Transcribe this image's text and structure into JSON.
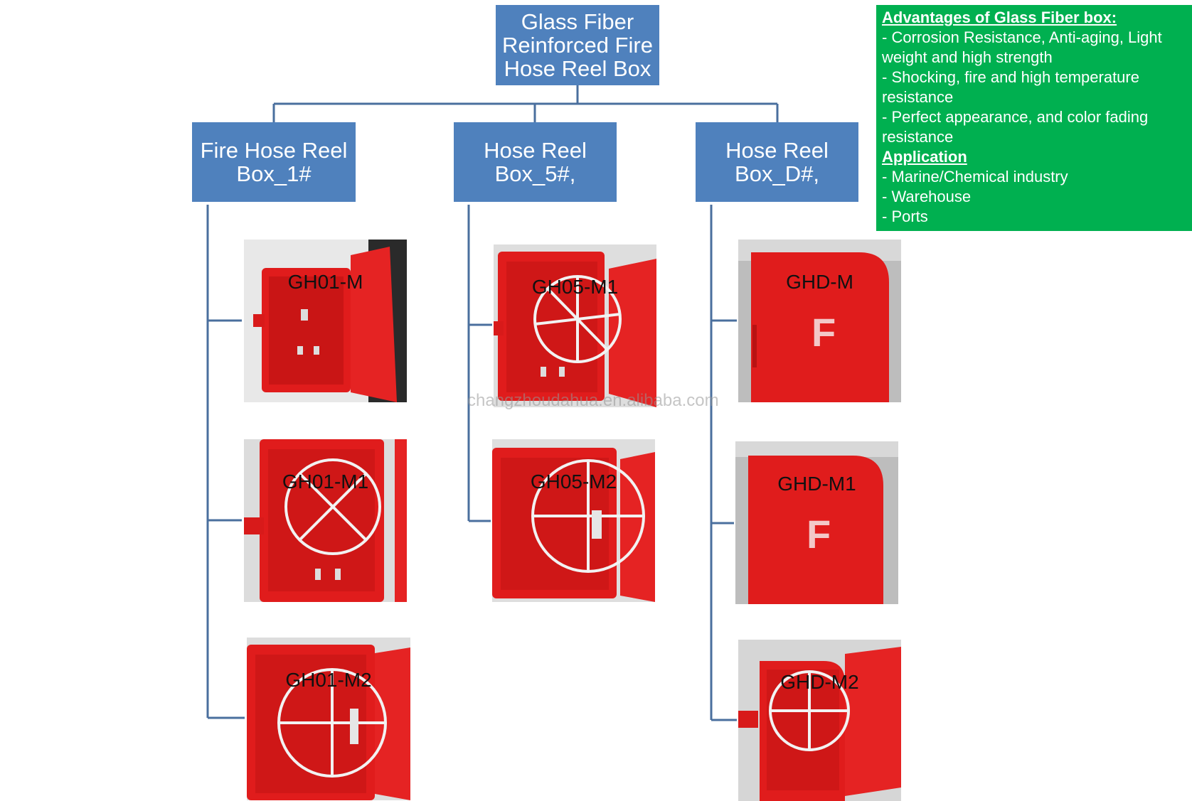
{
  "root": {
    "title": "Glass Fiber\nReinforced Fire\nHose Reel Box"
  },
  "categories": [
    {
      "label": "Fire Hose Reel\nBox_1#"
    },
    {
      "label": "Hose Reel\nBox_5#,"
    },
    {
      "label": "Hose Reel\nBox_D#,"
    }
  ],
  "models": {
    "gh01_m": "GH01-M",
    "gh01_m1": "GH01-M1",
    "gh01_m2": "GH01-M2",
    "gh05_m1": "GH05-M1",
    "gh05_m2": "GH05-M2",
    "ghd_m": "GHD-M",
    "ghd_m1": "GHD-M1",
    "ghd_m2": "GHD-M2",
    "door_letter": "F"
  },
  "info": {
    "advantages_heading": "Advantages of Glass Fiber box:",
    "advantages": [
      "- Corrosion Resistance, Anti-aging, Light weight and high strength",
      "- Shocking, fire and high temperature resistance",
      "- Perfect appearance, and color fading resistance"
    ],
    "application_heading": "Application",
    "applications": [
      "- Marine/Chemical industry",
      "- Warehouse",
      "- Ports"
    ]
  },
  "watermark": "changzhoudahua.en.alibaba.com",
  "colors": {
    "node_blue": "#4f81bd",
    "connector": "#4a6f9e",
    "info_green": "#00b050",
    "box_red": "#e01c1c"
  }
}
